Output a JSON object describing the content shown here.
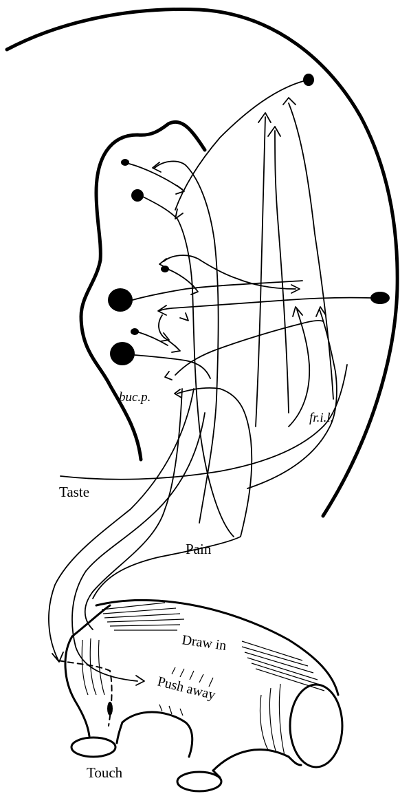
{
  "labels": {
    "taste": "Taste",
    "pain": "Pain",
    "touch": "Touch",
    "buc_p": "buc.p.",
    "fr_i_l": "fr.i.l.",
    "draw_in": "Draw in",
    "push_away": "Push away"
  },
  "colors": {
    "ink": "#000000",
    "paper": "#ffffff"
  }
}
